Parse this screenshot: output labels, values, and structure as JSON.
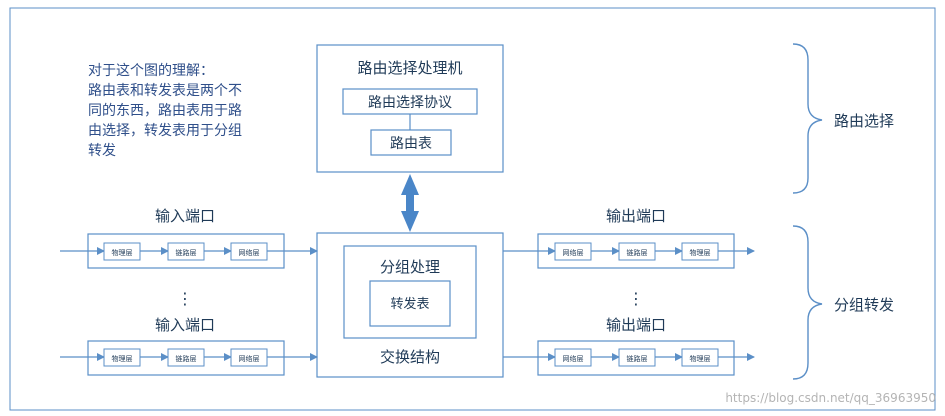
{
  "note": {
    "lines": [
      "对于这个图的理解：",
      "路由表和转发表是两个不",
      "同的东西，路由表用于路",
      "由选择，转发表用于分组",
      "转发"
    ]
  },
  "routing_processor": {
    "title": "路由选择处理机",
    "protocol": "路由选择协议",
    "table": "路由表"
  },
  "switch": {
    "packet_processing": "分组处理",
    "forwarding_table": "转发表",
    "fabric": "交换结构"
  },
  "input_ports": [
    {
      "label": "输入端口",
      "layers": [
        "物理层",
        "链路层",
        "网络层"
      ]
    },
    {
      "label": "输入端口",
      "layers": [
        "物理层",
        "链路层",
        "网络层"
      ]
    }
  ],
  "output_ports": [
    {
      "label": "输出端口",
      "layers": [
        "网络层",
        "链路层",
        "物理层"
      ]
    },
    {
      "label": "输出端口",
      "layers": [
        "网络层",
        "链路层",
        "物理层"
      ]
    }
  ],
  "ellipsis": "⋮",
  "brace_labels": {
    "routing": "路由选择",
    "forwarding": "分组转发"
  },
  "watermark": "https://blog.csdn.net/qq_36963950",
  "colors": {
    "line": "#5b8fc7",
    "text": "#1f3a57",
    "note": "#2f4f8a",
    "arrow": "#4a86c8"
  }
}
